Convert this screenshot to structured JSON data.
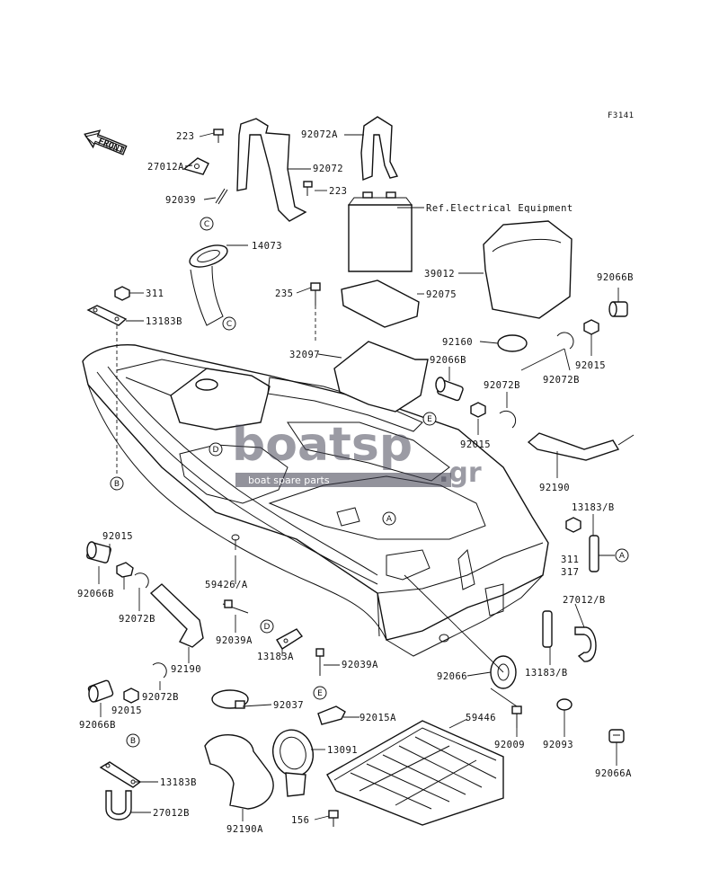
{
  "figure_code": "F3141",
  "front_arrow": "FRONT",
  "watermark": {
    "brand": "boatsp",
    "suffix": ".gr",
    "tagline": "boat spare parts"
  },
  "callouts": [
    "223",
    "27012A",
    "92039",
    "92072",
    "223",
    "92072A",
    "Ref.Electrical Equipment",
    "14073",
    "311",
    "13183B",
    "235",
    "92075",
    "39012",
    "92066B",
    "32097",
    "92160",
    "92066B",
    "92015",
    "92072B",
    "92072B",
    "92015",
    "92190",
    "92015",
    "92066B",
    "92072B",
    "59426/A",
    "92039A",
    "92190",
    "13183/B",
    "311",
    "317",
    "27012/B",
    "13183A",
    "92039A",
    "92066",
    "13183/B",
    "92066B",
    "92015",
    "92072B",
    "92037",
    "92015A",
    "59446",
    "92009",
    "92093",
    "92066A",
    "13091",
    "13183B",
    "27012B",
    "92190A",
    "156"
  ],
  "ref_markers": [
    "C",
    "C",
    "B",
    "D",
    "E",
    "A",
    "A",
    "D",
    "E",
    "B"
  ]
}
